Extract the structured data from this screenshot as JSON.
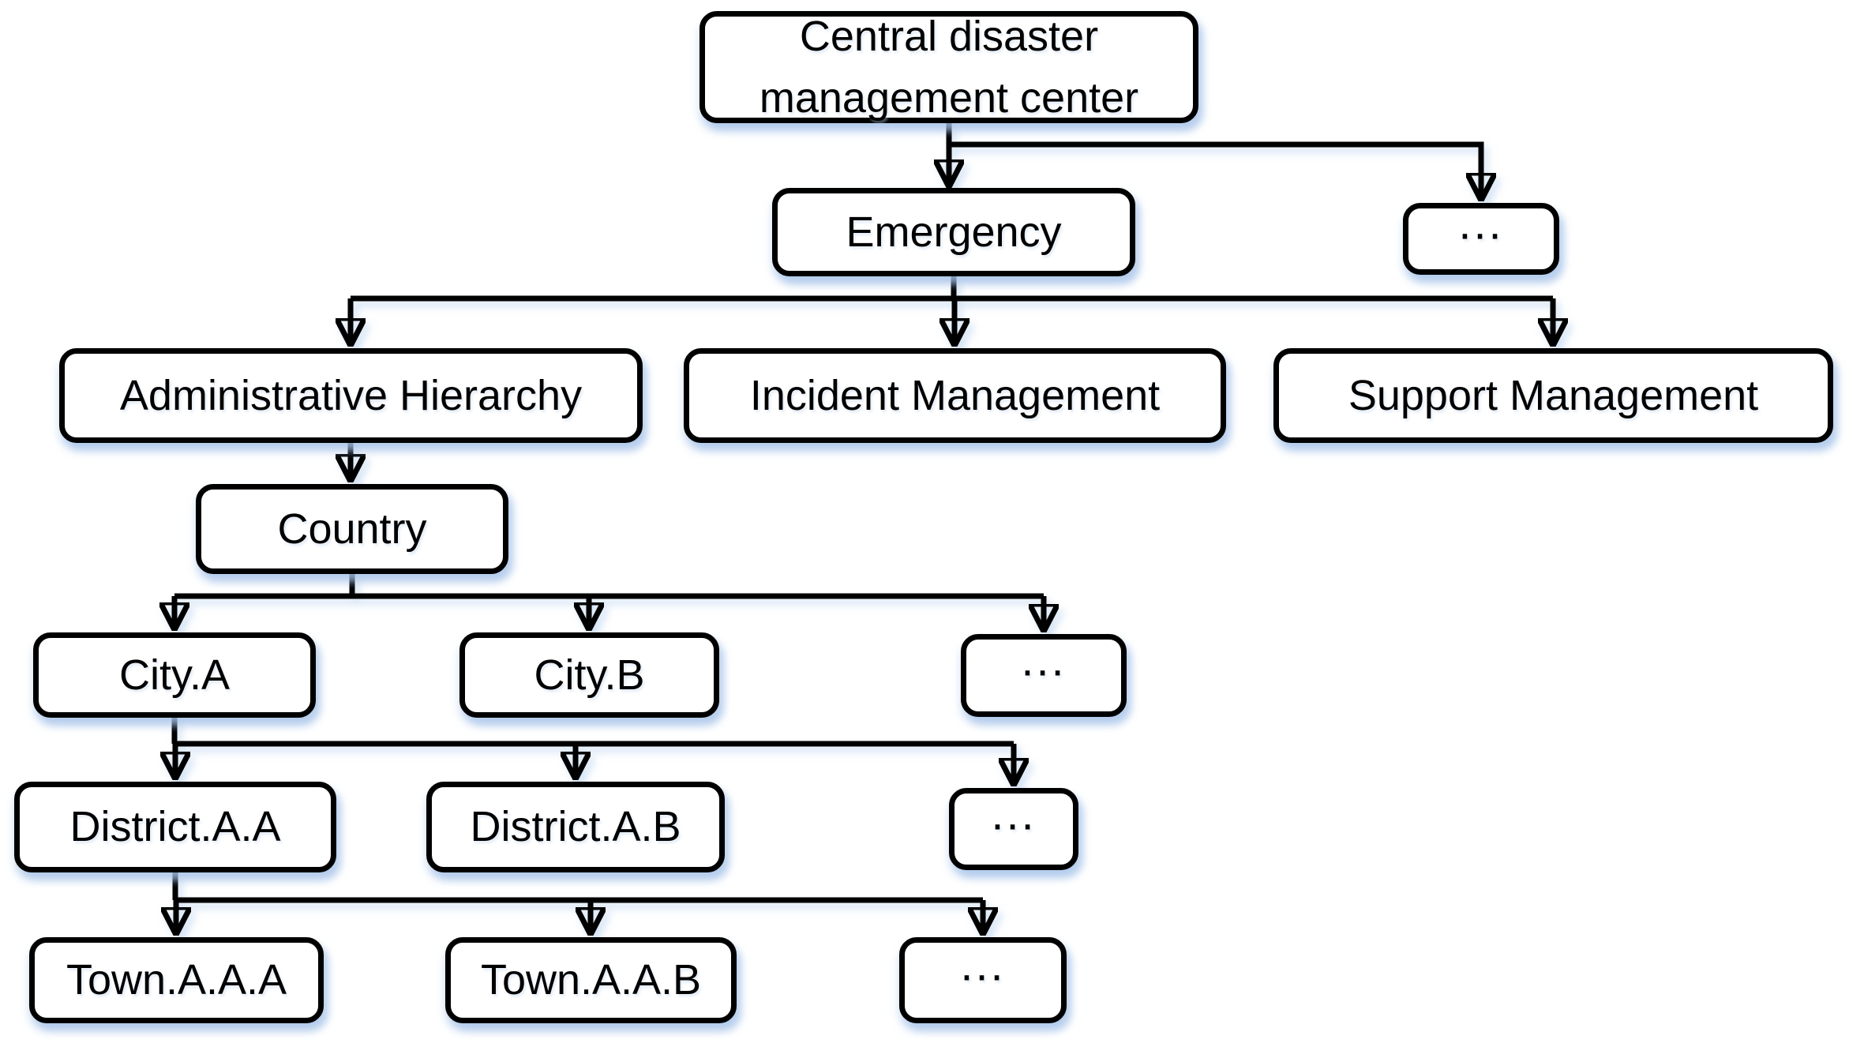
{
  "diagram": {
    "type": "org-tree",
    "colors": {
      "stroke": "#000000",
      "node_fill": "#ffffff",
      "shadow": "#a4c2e8",
      "background": "#ffffff"
    },
    "nodes": {
      "central": {
        "label": "Central disaster management center"
      },
      "emergency": {
        "label": "Emergency"
      },
      "more_top": {
        "label": "..."
      },
      "admin": {
        "label": "Administrative Hierarchy"
      },
      "incident": {
        "label": "Incident Management"
      },
      "support": {
        "label": "Support Management"
      },
      "country": {
        "label": "Country"
      },
      "city_a": {
        "label": "City.A"
      },
      "city_b": {
        "label": "City.B"
      },
      "more_cities": {
        "label": "..."
      },
      "district_aa": {
        "label": "District.A.A"
      },
      "district_ab": {
        "label": "District.A.B"
      },
      "more_districts": {
        "label": "..."
      },
      "town_aaa": {
        "label": "Town.A.A.A"
      },
      "town_aab": {
        "label": "Town.A.A.B"
      },
      "more_towns": {
        "label": "..."
      }
    },
    "edges": [
      {
        "from": "central",
        "to": "emergency"
      },
      {
        "from": "central",
        "to": "more_top"
      },
      {
        "from": "emergency",
        "to": "admin"
      },
      {
        "from": "emergency",
        "to": "incident"
      },
      {
        "from": "emergency",
        "to": "support"
      },
      {
        "from": "admin",
        "to": "country"
      },
      {
        "from": "country",
        "to": "city_a"
      },
      {
        "from": "country",
        "to": "city_b"
      },
      {
        "from": "country",
        "to": "more_cities"
      },
      {
        "from": "city_a",
        "to": "district_aa"
      },
      {
        "from": "city_a",
        "to": "district_ab"
      },
      {
        "from": "city_a",
        "to": "more_districts"
      },
      {
        "from": "district_aa",
        "to": "town_aaa"
      },
      {
        "from": "district_aa",
        "to": "town_aab"
      },
      {
        "from": "district_aa",
        "to": "more_towns"
      }
    ]
  }
}
